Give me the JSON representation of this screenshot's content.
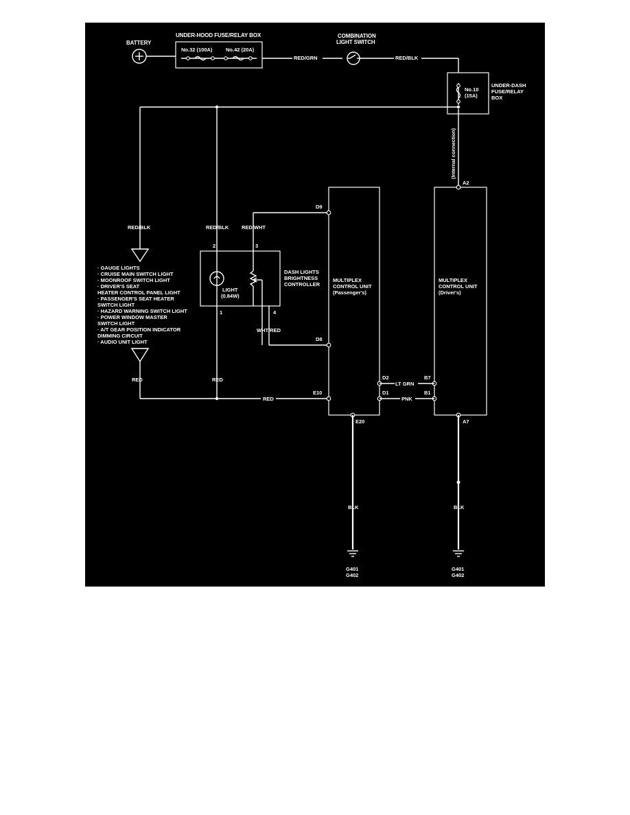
{
  "battery": {
    "label": "BATTERY"
  },
  "under_hood_box": {
    "label": "UNDER-HOOD FUSE/RELAY BOX",
    "fuse_a": "No.32 (100A)",
    "fuse_b": "No.42 (20A)"
  },
  "wires": {
    "red_grn": "RED/GRN",
    "red_blk_top": "RED/BLK",
    "red_blk_left": "RED/BLK",
    "red_blk_mid": "RED/BLK",
    "red_wht": "RED/WHT",
    "wht_red": "WHT/RED",
    "red_left": "RED",
    "red_mid": "RED",
    "red_bottom": "RED",
    "lt_grn": "LT GRN",
    "pnk": "PNK",
    "blk_left": "BLK",
    "blk_right": "BLK",
    "internal": "(Internal connection)"
  },
  "combination_switch": {
    "line1": "COMBINATION",
    "line2": "LIGHT SWITCH"
  },
  "under_dash_box": {
    "fuse": "No.10",
    "rating": "(15A)",
    "line1": "UNDER-DASH",
    "line2": "FUSE/RELAY",
    "line3": "BOX"
  },
  "lights_list": [
    "· GAUGE LIGHTS",
    "· CRUISE MAIN SWITCH LIGHT",
    "· MOONROOF SWITCH LIGHT",
    "· DRIVER'S SEAT",
    "  HEATER CONTROL PANEL LIGHT",
    "· PASSENGER'S SEAT HEATER",
    "  SWITCH LIGHT",
    "· HAZARD WARNING SWITCH LIGHT",
    "· POWER WINDOW MASTER",
    "  SWITCH LIGHT",
    "· A/T GEAR POSITION INDICATOR",
    "  DIMMING CIRCUIT",
    "· AUDIO UNIT LIGHT"
  ],
  "controller": {
    "line1": "DASH LIGHTS",
    "line2": "BRIGHTNESS",
    "line3": "CONTROLLER",
    "light_label": "LIGHT",
    "light_rating": "(0.84W)",
    "pin1": "1",
    "pin2": "2",
    "pin3": "3",
    "pin4": "4"
  },
  "mcu_passenger": {
    "line1": "MULTIPLEX",
    "line2": "CONTROL UNIT",
    "line3": "(Passenger's)",
    "d9": "D9",
    "d8": "D8",
    "e10": "E10",
    "e20": "E20",
    "d2": "D2",
    "d1": "D1"
  },
  "mcu_driver": {
    "line1": "MULTIPLEX",
    "line2": "CONTROL UNIT",
    "line3": "(Driver's)",
    "a2": "A2",
    "b7": "B7",
    "b1": "B1",
    "a7": "A7"
  },
  "grounds": {
    "left_a": "G401",
    "left_b": "G402",
    "right_a": "G401",
    "right_b": "G402"
  }
}
